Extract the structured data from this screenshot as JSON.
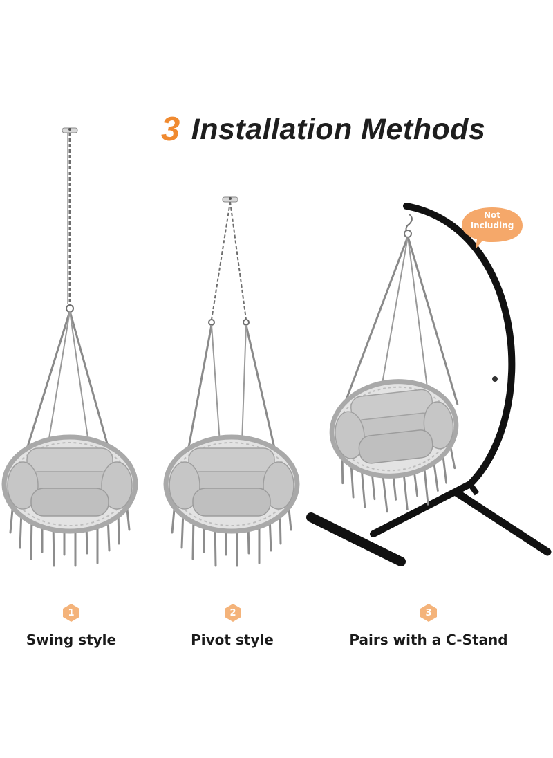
{
  "title": {
    "number": "3",
    "text": "Installation Methods"
  },
  "callout": {
    "line1": "Not",
    "line2": "Including"
  },
  "methods": [
    {
      "step": "1",
      "label": "Swing style"
    },
    {
      "step": "2",
      "label": "Pivot style"
    },
    {
      "step": "3",
      "label": "Pairs with a C-Stand"
    }
  ],
  "colors": {
    "accent": "#f08a30",
    "callout": "#f5a86a",
    "chair": "#b9b9b9",
    "cushion": "#c8c8c8",
    "stand": "#111111"
  }
}
